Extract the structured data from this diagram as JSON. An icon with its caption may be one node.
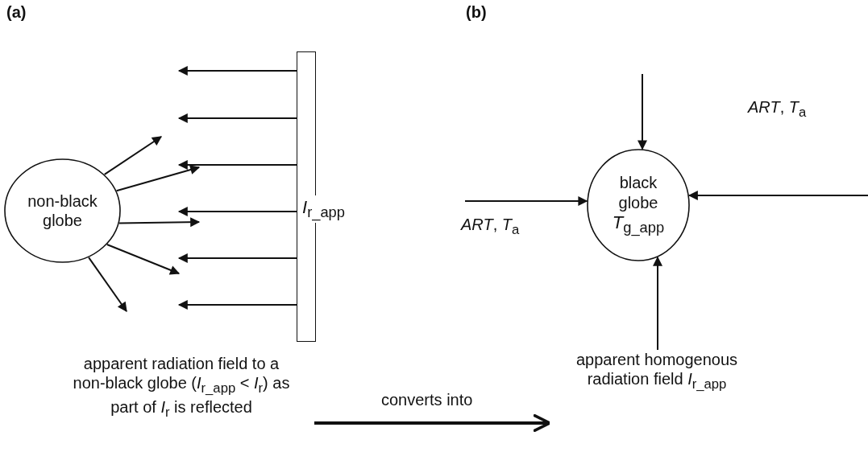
{
  "diagram": {
    "nodes": [
      {
        "text": [
          "non-black globe"
        ]
      },
      {
        "text": [],
        "shape": "bar",
        "beside": [
          "*I*$_{r_app}$"
        ]
      },
      {
        "text": [
          "black globe",
          "*T*$_{g_app}$"
        ]
      },
      {
        "text": [
          "apparent radiation field to a non-black globe (*I*$_{r_app}$ < *I*$_{r}$) as part of *I*$_{r}$ is reflected"
        ]
      },
      {
        "text": [
          "apparent homogenous radiation field *I*$_{r_app}$"
        ]
      }
    ],
    "edges": [
      {
        "from": 1,
        "to": null,
        "arrow": "to"
      },
      {
        "from": 1,
        "to": null,
        "arrow": "to"
      },
      {
        "from": 1,
        "to": null,
        "arrow": "to"
      },
      {
        "from": 1,
        "to": null,
        "arrow": "to"
      },
      {
        "from": 1,
        "to": null,
        "arrow": "to"
      },
      {
        "from": 1,
        "to": null,
        "arrow": "to"
      },
      {
        "from": 0,
        "to": null,
        "arrow": "to"
      },
      {
        "from": 0,
        "to": null,
        "arrow": "to"
      },
      {
        "from": 0,
        "to": null,
        "arrow": "to"
      },
      {
        "from": 0,
        "to": null,
        "arrow": "to"
      },
      {
        "from": 0,
        "to": null,
        "arrow": "to"
      },
      {
        "from": null,
        "to": 2,
        "arrow": "to"
      },
      {
        "from": null,
        "to": 2,
        "arrow": "to"
      },
      {
        "from": null,
        "to": 2,
        "arrow": "to"
      },
      {
        "from": 4,
        "to": 2,
        "arrow": "to"
      },
      {
        "from": 3,
        "to": 4,
        "arrow": "to",
        "label": "converts into",
        "style": "thick"
      }
    ],
    "labels": [
      "(a)",
      "(b)",
      "*ART*, *T*$_{a}$",
      "*ART*, *T*$_{a}$"
    ]
  }
}
